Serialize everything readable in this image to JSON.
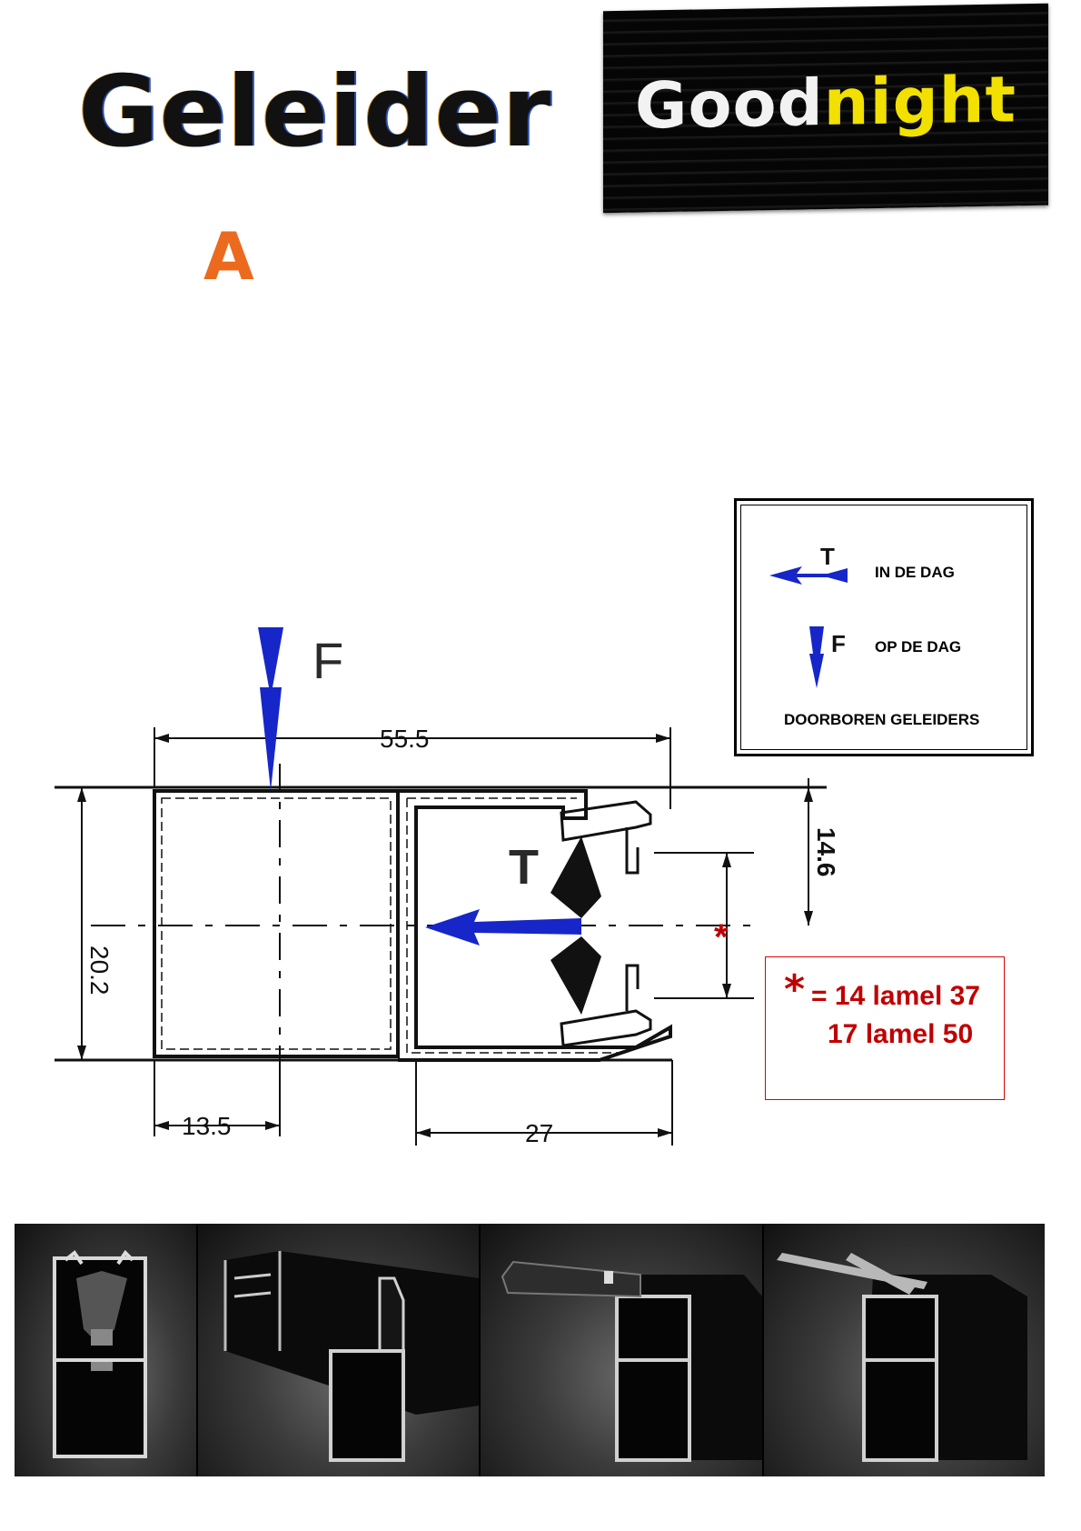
{
  "header": {
    "title": "Geleider",
    "variant": "A",
    "brand_part1": "Good",
    "brand_part2": "night"
  },
  "legend": {
    "t_symbol": "T",
    "t_label": "IN DE DAG",
    "f_symbol": "F",
    "f_label": "OP DE DAG",
    "note": "DOORBOREN GELEIDERS"
  },
  "drawing": {
    "force_top": "F",
    "force_side": "T",
    "dim_width": "55.5",
    "dim_height": "20.2",
    "dim_right": "14.6",
    "dim_left": "13.5",
    "dim_channel": "27",
    "marker": "*"
  },
  "note_box": {
    "star": "*",
    "line1": "= 14 lamel 37",
    "line2": "17 lamel 50"
  },
  "colors": {
    "arrow_blue": "#1726c8",
    "note_red": "#c00000",
    "variant_orange": "#ec6a1e",
    "brand_yellow": "#f1e000"
  },
  "photos": [
    "profile-end-view",
    "profile-perspective-empty",
    "profile-perspective-seal",
    "profile-perspective-brush"
  ]
}
